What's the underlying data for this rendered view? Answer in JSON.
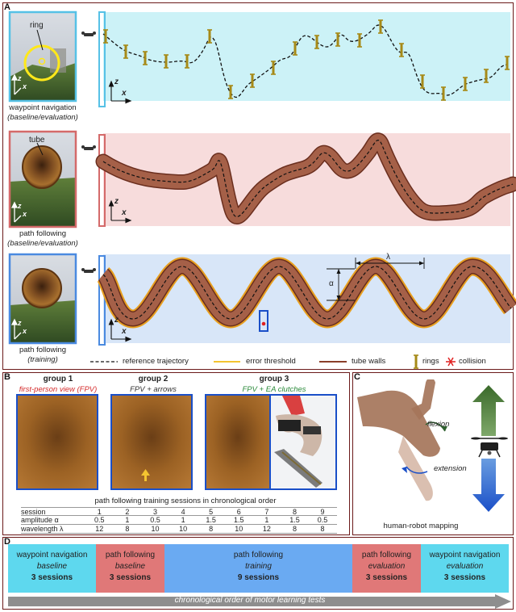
{
  "panels": {
    "a": {
      "letter": "A"
    },
    "b": {
      "letter": "B"
    },
    "c": {
      "letter": "C"
    },
    "d": {
      "letter": "D"
    }
  },
  "panel_a": {
    "rows": [
      {
        "label": "waypoint navigation",
        "sublabel": "(baseline/evaluation)",
        "callout": "ring",
        "bg": "#ccf2f7",
        "frame": "#56c1e6"
      },
      {
        "label": "path following",
        "sublabel": "(baseline/evaluation)",
        "callout": "tube",
        "bg": "#f7dcdc",
        "frame": "#d46a6a"
      },
      {
        "label": "path following",
        "sublabel": "(training)",
        "callout": "",
        "bg": "#d8e6f8",
        "frame": "#4a8ae0"
      }
    ],
    "axis_z": "z",
    "axis_x": "x",
    "alpha_label": "α",
    "lambda_label": "λ",
    "legend": {
      "reference": "reference trajectory",
      "error": "error threshold",
      "tube": "tube walls",
      "rings": "rings",
      "collision": "collision"
    },
    "colors": {
      "tube": "#9c5a44",
      "tube_edge": "#6a2e1e",
      "ring": "#a68a18",
      "threshold": "#f4c430",
      "collision": "#e02020"
    }
  },
  "panel_b": {
    "groups": [
      {
        "title": "group 1",
        "subtitle": "first-person view (FPV)",
        "subtitle_color": "#d42a2a"
      },
      {
        "title": "group 2",
        "subtitle": "FPV + arrows",
        "subtitle_color": "#333333"
      },
      {
        "title": "group 3",
        "subtitle": "FPV + EA clutches",
        "subtitle_color": "#2a8a3a"
      }
    ],
    "table_title": "path following training sessions in chronological order",
    "table": {
      "headers": [
        "session",
        "1",
        "2",
        "3",
        "4",
        "5",
        "6",
        "7",
        "8",
        "9"
      ],
      "rows": [
        [
          "amplitude α",
          "0.5",
          "1",
          "0.5",
          "1",
          "1.5",
          "1.5",
          "1",
          "1.5",
          "0.5"
        ],
        [
          "wavelength λ",
          "12",
          "8",
          "10",
          "10",
          "8",
          "10",
          "12",
          "8",
          "8"
        ]
      ]
    }
  },
  "panel_c": {
    "flexion": "flexion",
    "extension": "extension",
    "caption": "human-robot mapping"
  },
  "panel_d": {
    "blocks": [
      {
        "title": "waypoint navigation",
        "phase": "baseline",
        "sessions": "3 sessions",
        "color": "#5ed8ee"
      },
      {
        "title": "path following",
        "phase": "baseline",
        "sessions": "3 sessions",
        "color": "#e07878"
      },
      {
        "title": "path following",
        "phase": "training",
        "sessions": "9 sessions",
        "color": "#6aaaf2"
      },
      {
        "title": "path following",
        "phase": "evaluation",
        "sessions": "3 sessions",
        "color": "#e07878"
      },
      {
        "title": "waypoint navigation",
        "phase": "evaluation",
        "sessions": "3 sessions",
        "color": "#5ed8ee"
      }
    ],
    "arrow_label": "chronological order of motor learning tests"
  }
}
